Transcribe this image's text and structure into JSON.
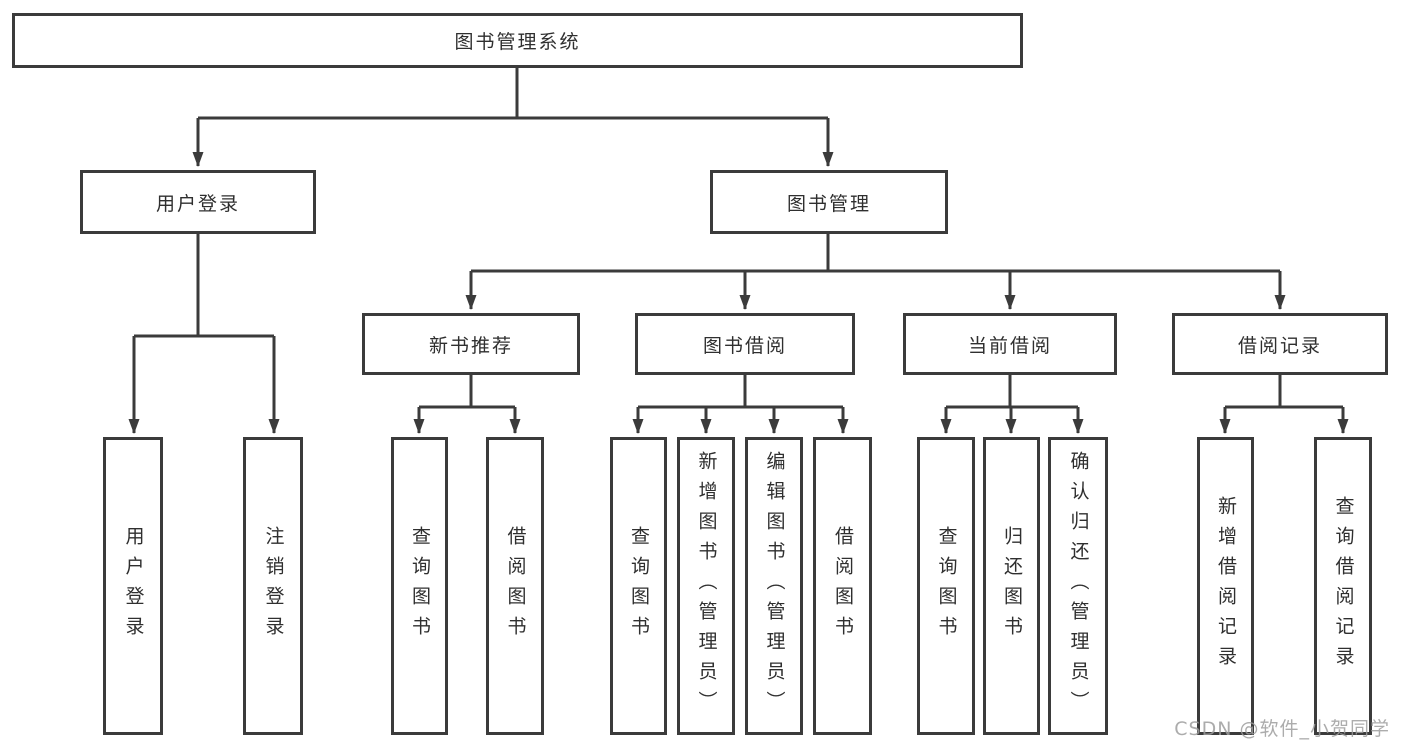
{
  "page": {
    "background": "#ffffff",
    "line_color": "#3b3b3b",
    "box_border_color": "#3b3b3b",
    "text_color": "#2f2f2f"
  },
  "tree": {
    "root": "图书管理系统",
    "login": {
      "label": "用户登录",
      "leaves": [
        "用户登录",
        "注销登录"
      ]
    },
    "management": {
      "label": "图书管理",
      "groups": [
        {
          "label": "新书推荐",
          "leaves": [
            "查询图书",
            "借阅图书"
          ]
        },
        {
          "label": "图书借阅",
          "leaves": [
            "查询图书",
            "新增图书（管理员）",
            "编辑图书（管理员）",
            "借阅图书"
          ]
        },
        {
          "label": "当前借阅",
          "leaves": [
            "查询图书",
            "归还图书",
            "确认归还（管理员）"
          ]
        },
        {
          "label": "借阅记录",
          "leaves": [
            "新增借阅记录",
            "查询借阅记录"
          ]
        }
      ]
    }
  },
  "watermark": {
    "text": "CSDN @软件_小贺同学",
    "color": "#9e9e9e"
  }
}
